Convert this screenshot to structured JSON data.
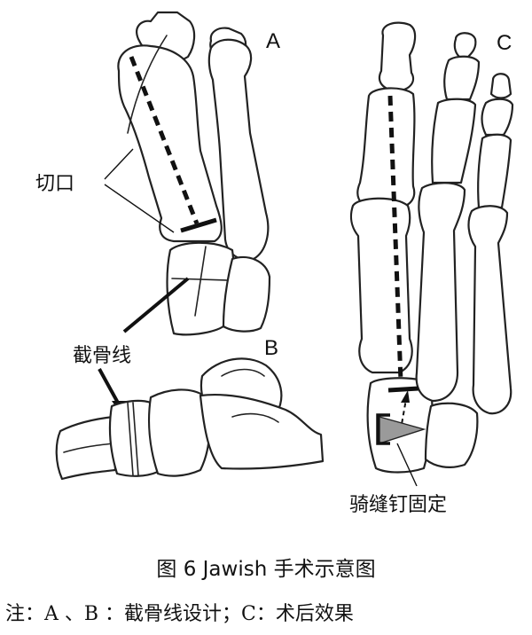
{
  "panels": {
    "a": "A",
    "b": "B",
    "c": "C"
  },
  "labels": {
    "incision": "切口",
    "osteotomy_line": "截骨线",
    "staple_fixation": "骑缝钉固定"
  },
  "caption": "图 6   Jawish 手术示意图",
  "note": "注：A 、B ：截骨线设计；C：术后效果"
}
